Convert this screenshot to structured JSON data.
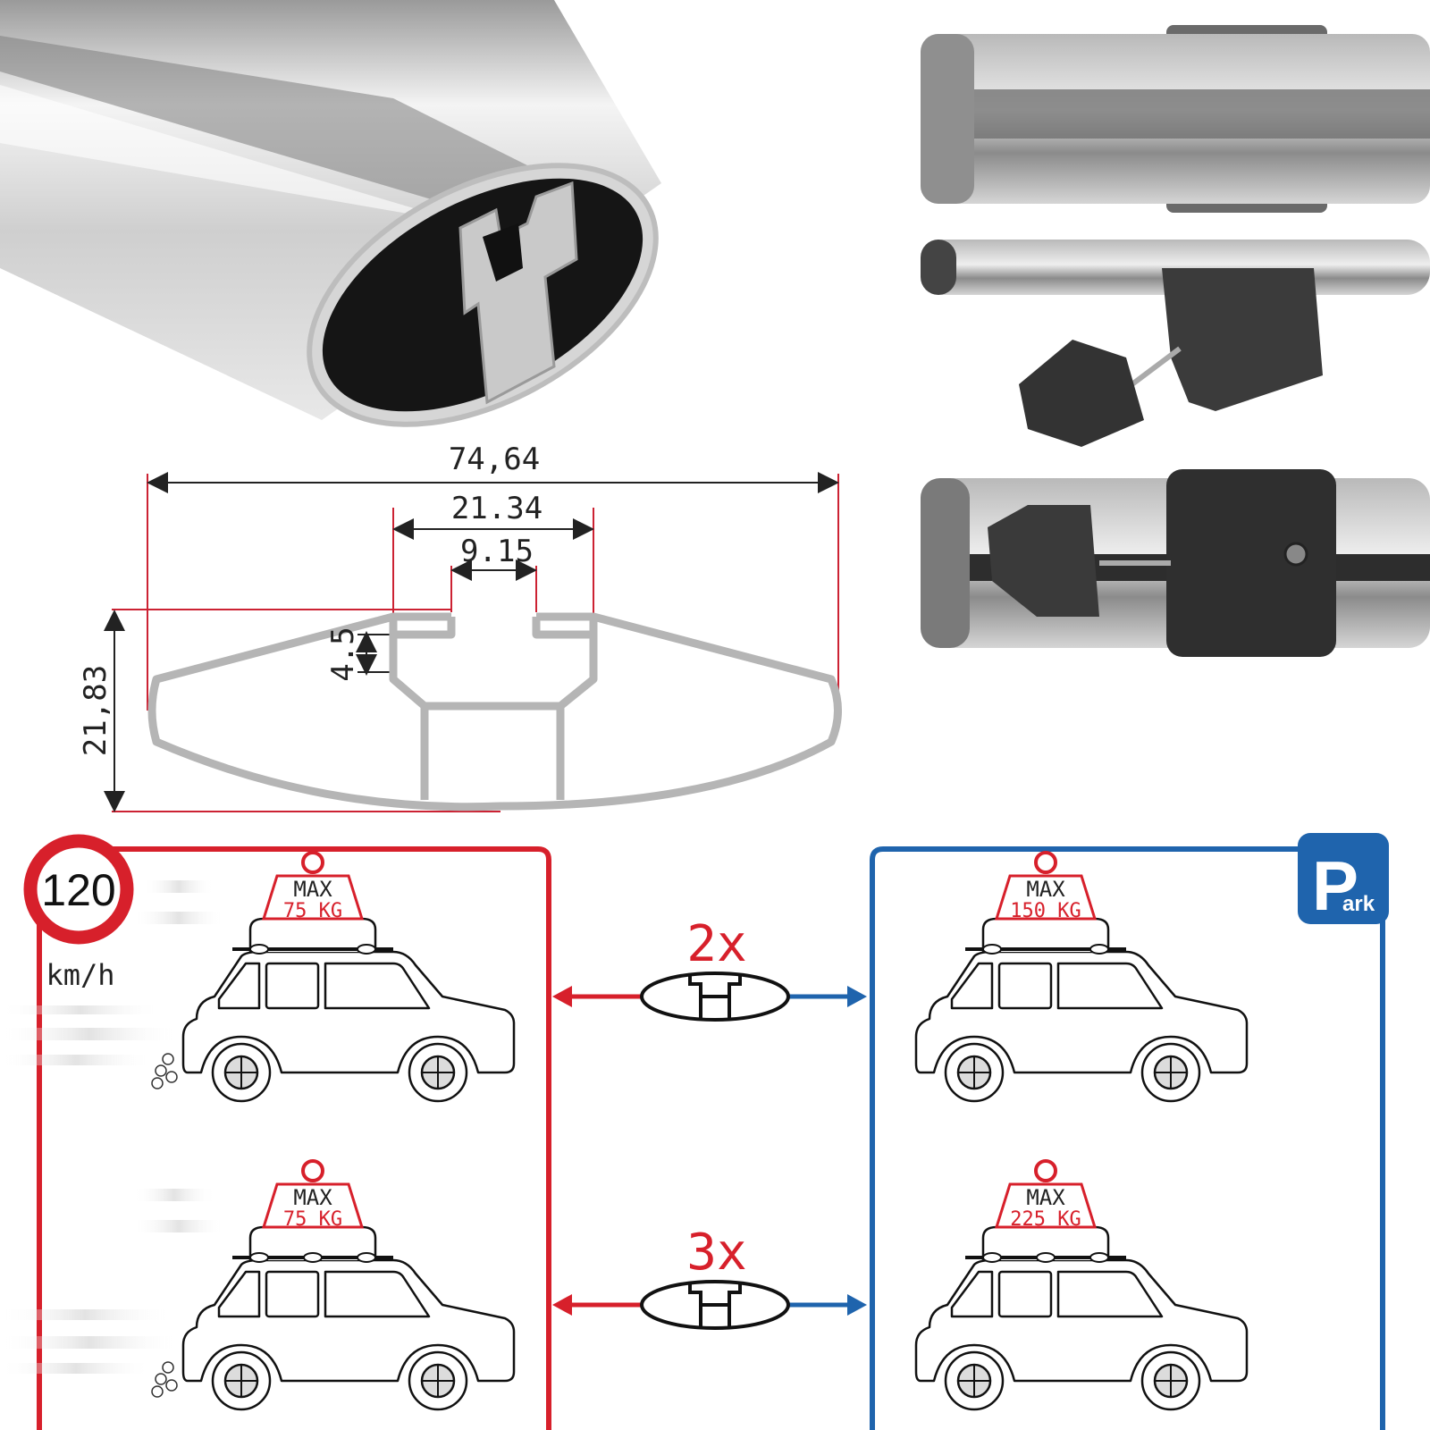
{
  "dimensions": {
    "total_width": "74,64",
    "slot_outer_width": "21.34",
    "slot_inner_width": "9.15",
    "slot_depth": "4.5",
    "total_height": "21,83"
  },
  "speed_sign": {
    "value": "120",
    "unit": "km/h"
  },
  "parking_sign": {
    "letter": "P",
    "text": "ark"
  },
  "load_rows": [
    {
      "multiplier": "2x",
      "driving": {
        "line1": "MAX",
        "line2": "75 KG"
      },
      "parked": {
        "line1": "MAX",
        "line2": "150 KG"
      }
    },
    {
      "multiplier": "3x",
      "driving": {
        "line1": "MAX",
        "line2": "75 KG"
      },
      "parked": {
        "line1": "MAX",
        "line2": "225 KG"
      }
    }
  ],
  "colors": {
    "driving": "#d7202b",
    "parked": "#1f64ad",
    "profile_gray": "#b5b5b5",
    "dimension_red": "#cc2233"
  }
}
